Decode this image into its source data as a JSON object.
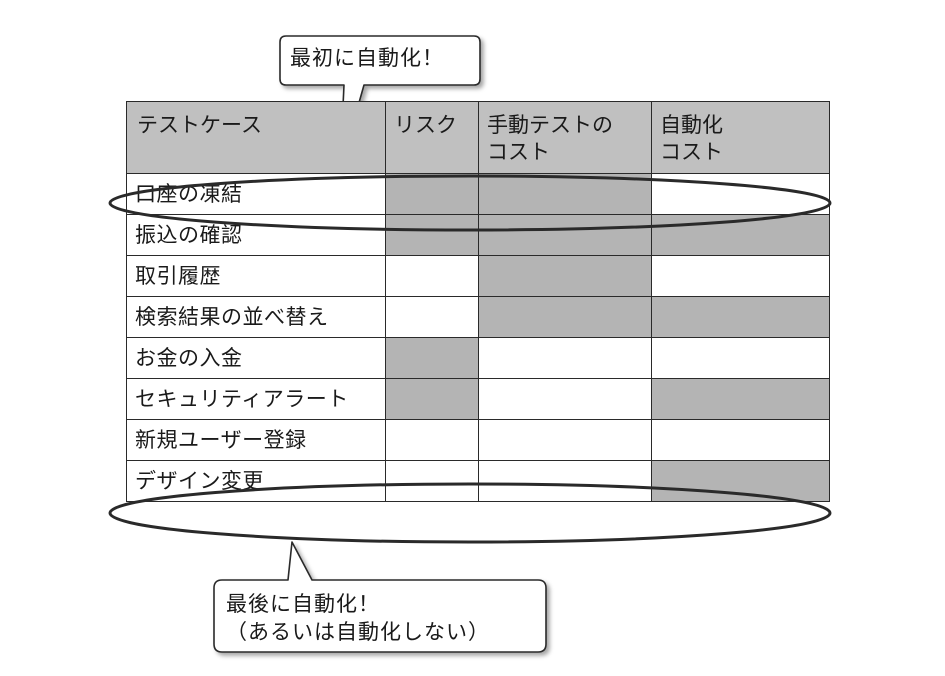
{
  "table": {
    "headers": [
      {
        "lines": [
          "テストケース"
        ]
      },
      {
        "lines": [
          "リスク"
        ]
      },
      {
        "lines": [
          "手動テストの",
          "コスト"
        ]
      },
      {
        "lines": [
          "自動化",
          "コスト"
        ]
      }
    ],
    "rows": [
      {
        "name": "口座の凍結",
        "risk": true,
        "manual_cost": true,
        "automation_cost": false
      },
      {
        "name": "振込の確認",
        "risk": true,
        "manual_cost": true,
        "automation_cost": true
      },
      {
        "name": "取引履歴",
        "risk": false,
        "manual_cost": true,
        "automation_cost": false
      },
      {
        "name": "検索結果の並べ替え",
        "risk": false,
        "manual_cost": true,
        "automation_cost": true
      },
      {
        "name": "お金の入金",
        "risk": true,
        "manual_cost": false,
        "automation_cost": false
      },
      {
        "name": "セキュリティアラート",
        "risk": true,
        "manual_cost": false,
        "automation_cost": true
      },
      {
        "name": "新規ユーザー登録",
        "risk": false,
        "manual_cost": false,
        "automation_cost": false
      },
      {
        "name": "デザイン変更",
        "risk": false,
        "manual_cost": false,
        "automation_cost": true
      }
    ]
  },
  "callouts": {
    "top": "最初に自動化！",
    "bottom": [
      "最後に自動化！",
      "（あるいは自動化しない）"
    ]
  },
  "colors": {
    "header_fill": "#c0c0c0",
    "shaded_fill": "#b4b4b4",
    "line": "#2a2a2a"
  }
}
